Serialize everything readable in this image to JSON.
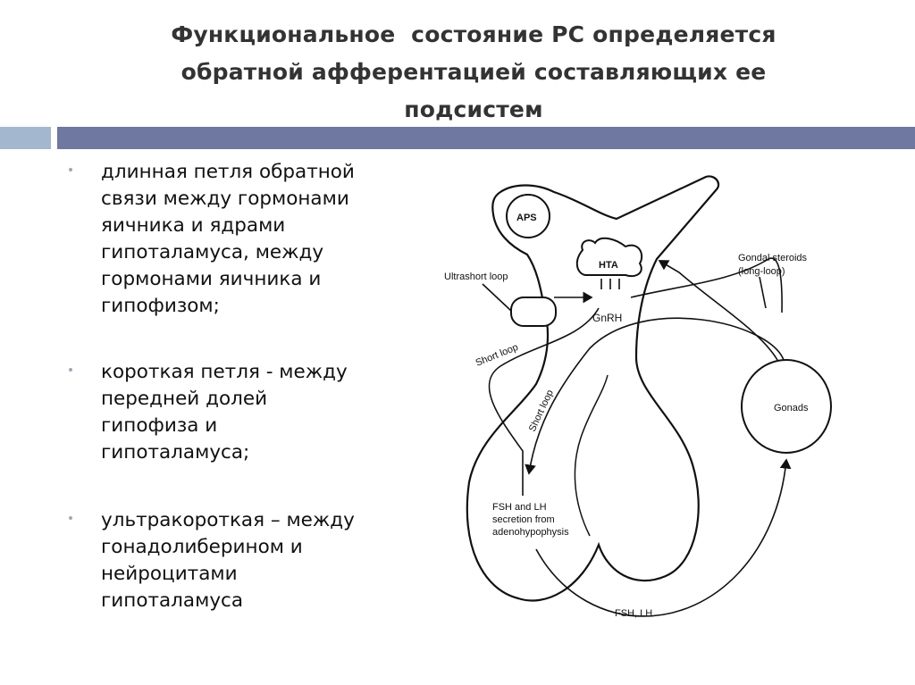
{
  "title": {
    "lines": [
      "Функциональное  состояние РС определяется",
      "обратной афферентацией составляющих ее",
      "подсистем"
    ]
  },
  "bullets": [
    {
      "lines": [
        "длинная петля обратной",
        "связи между гормонами",
        "яичника и ядрами",
        "гипоталамуса, между",
        "гормонами яичника и",
        "гипофизом;"
      ]
    },
    {
      "lines": [
        "короткая петля  - между",
        "передней долей",
        "гипофиза и",
        "гипоталамуса;"
      ]
    },
    {
      "lines": [
        "ультракороткая – между",
        "гонадолиберином и",
        "нейроцитами",
        "гипоталамуса"
      ]
    }
  ],
  "diagram": {
    "aps": "APS",
    "hta": "HTA",
    "gnrh": "GnRH",
    "ultrashort": "Ultrashort loop",
    "gondal": [
      "Gondal steroids",
      "(long-loop)"
    ],
    "short1": "Short loop",
    "short2": "Short loop",
    "gonads": "Gonads",
    "fsh": [
      "FSH and LH",
      "secretion from",
      "adenohypophysis"
    ],
    "fshlh": "FSH, LH"
  },
  "colors": {
    "bar_light": "#a3b8cf",
    "bar_dark": "#6e78a0",
    "shade": "#5f8a6e"
  }
}
